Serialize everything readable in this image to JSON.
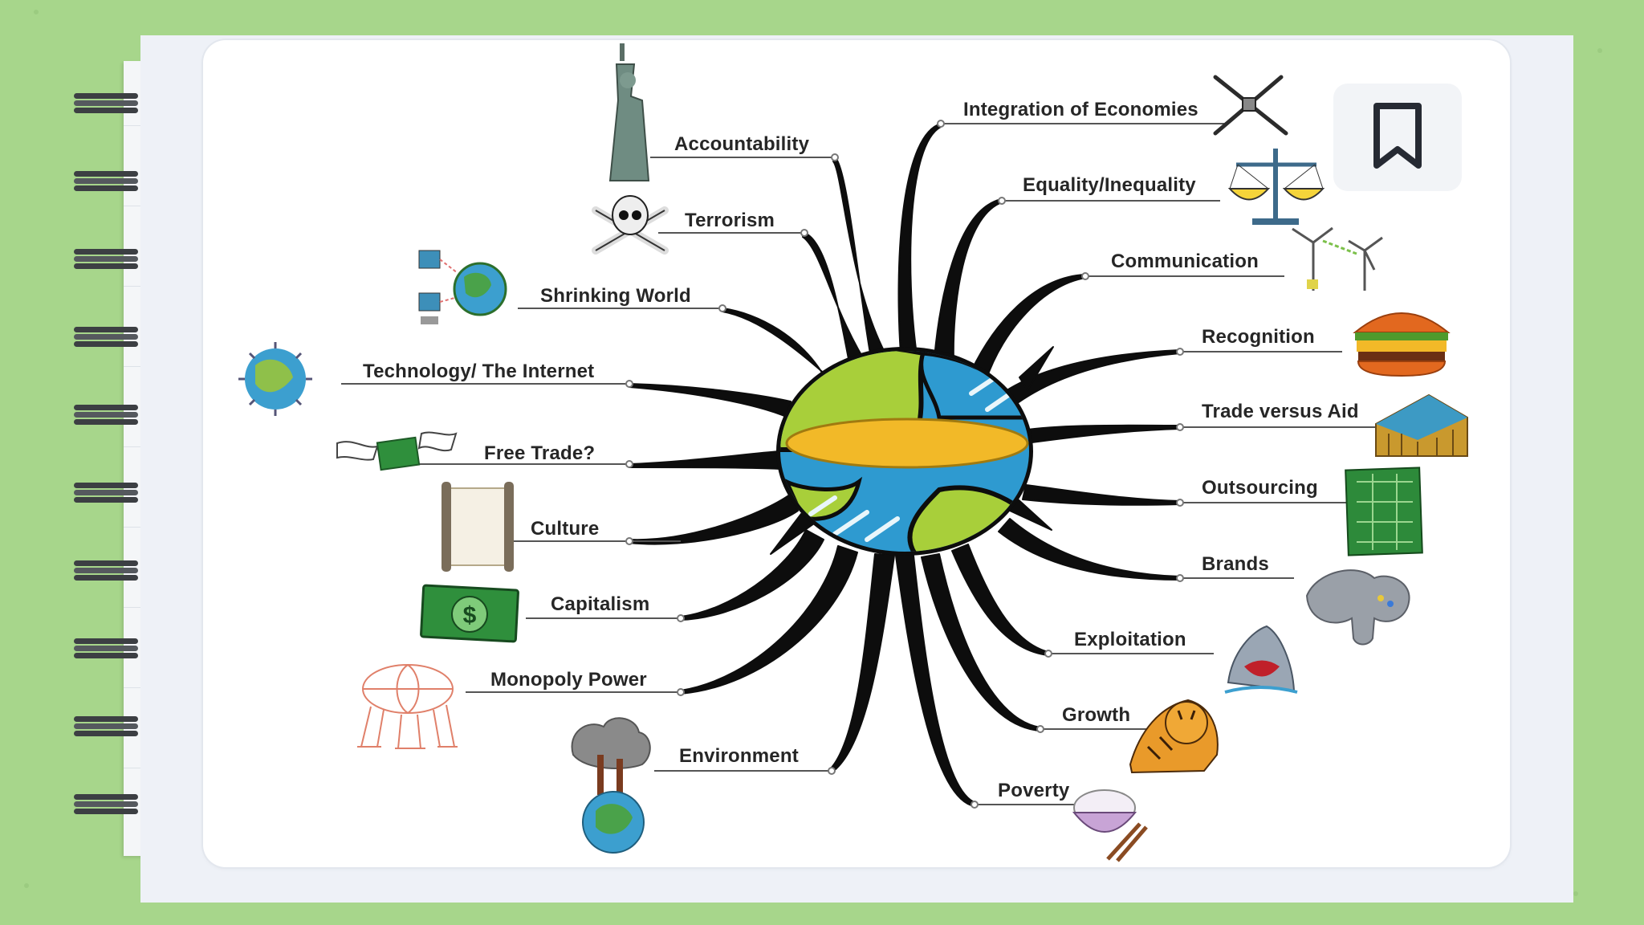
{
  "mindmap": {
    "left_branches": [
      {
        "label": "Accountability",
        "icon": "statue-of-liberty-icon"
      },
      {
        "label": "Terrorism",
        "icon": "skull-crossbones-icon"
      },
      {
        "label": "Shrinking World",
        "icon": "networked-globe-icon"
      },
      {
        "label": "Technology/ The Internet",
        "icon": "spiky-globe-icon"
      },
      {
        "label": "Free Trade?",
        "icon": "flying-money-icon"
      },
      {
        "label": "Culture",
        "icon": "scroll-icon"
      },
      {
        "label": "Capitalism",
        "icon": "dollar-bill-icon"
      },
      {
        "label": "Monopoly Power",
        "icon": "people-holding-globe-icon"
      },
      {
        "label": "Environment",
        "icon": "polluted-earth-icon"
      }
    ],
    "right_branches": [
      {
        "label": "Integration of Economies",
        "icon": "satellite-icon"
      },
      {
        "label": "Equality/Inequality",
        "icon": "balance-scale-icon"
      },
      {
        "label": "Communication",
        "icon": "wind-turbines-icon"
      },
      {
        "label": "Recognition",
        "icon": "hamburger-icon"
      },
      {
        "label": "Trade versus Aid",
        "icon": "building-icon"
      },
      {
        "label": "Outsourcing",
        "icon": "circuit-board-icon"
      },
      {
        "label": "Brands",
        "icon": "game-controller-icon"
      },
      {
        "label": "Exploitation",
        "icon": "shark-icon"
      },
      {
        "label": "Growth",
        "icon": "tiger-icon"
      },
      {
        "label": "Poverty",
        "icon": "rice-bowl-icon"
      }
    ],
    "center_icon": "earth-globe-icon",
    "colors": {
      "background": "#a7d68b",
      "branch": "#0d0d0d",
      "globe_land": "#a8cf3a",
      "globe_water": "#2e9ad0",
      "center_band": "#f2b928"
    }
  },
  "toolbar": {
    "bookmark_icon": "bookmark-icon"
  }
}
